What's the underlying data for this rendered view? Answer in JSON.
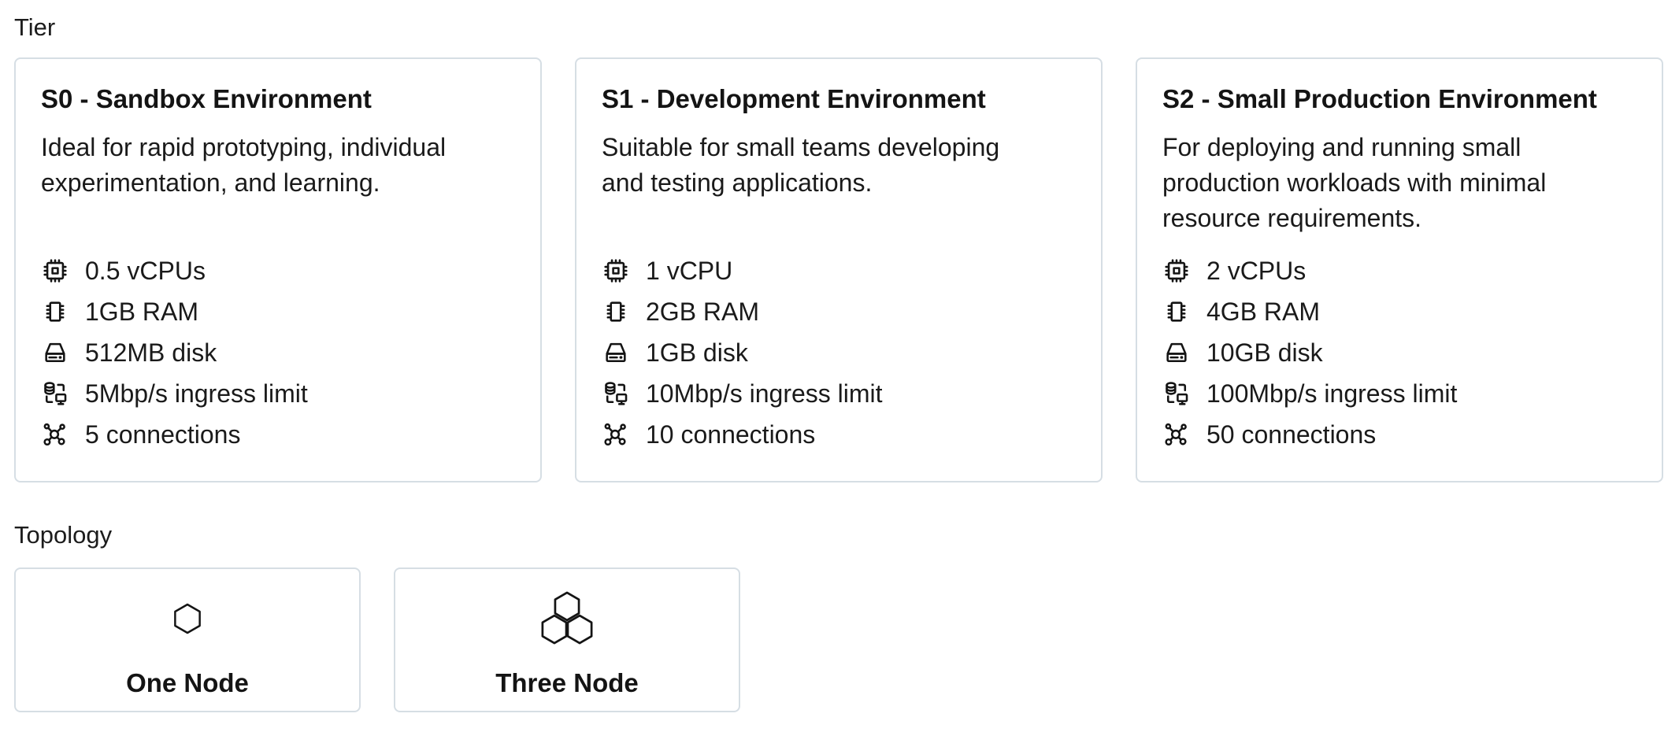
{
  "page": {
    "background": "#ffffff",
    "text_color": "#191919",
    "card_border_color": "#d6dee4",
    "icon_color": "#141414"
  },
  "tier_section": {
    "label": "Tier",
    "cards": [
      {
        "id": "S0",
        "title": "S0 - Sandbox Environment",
        "description": "Ideal for rapid prototyping, individual\nexperimentation, and learning.",
        "specs": [
          {
            "icon": "cpu-icon",
            "text": "0.5 vCPUs"
          },
          {
            "icon": "ram-icon",
            "text": "1GB RAM"
          },
          {
            "icon": "disk-icon",
            "text": "512MB disk"
          },
          {
            "icon": "ingress-icon",
            "text": "5Mbp/s ingress limit"
          },
          {
            "icon": "connections-icon",
            "text": "5 connections"
          }
        ]
      },
      {
        "id": "S1",
        "title": "S1 - Development Environment",
        "description": "Suitable for small teams developing\nand testing applications.",
        "specs": [
          {
            "icon": "cpu-icon",
            "text": "1 vCPU"
          },
          {
            "icon": "ram-icon",
            "text": "2GB RAM"
          },
          {
            "icon": "disk-icon",
            "text": "1GB disk"
          },
          {
            "icon": "ingress-icon",
            "text": "10Mbp/s ingress limit"
          },
          {
            "icon": "connections-icon",
            "text": "10 connections"
          }
        ]
      },
      {
        "id": "S2",
        "title": "S2 - Small Production Environment",
        "description": "For deploying and running small\nproduction workloads with minimal\nresource requirements.",
        "specs": [
          {
            "icon": "cpu-icon",
            "text": "2 vCPUs"
          },
          {
            "icon": "ram-icon",
            "text": "4GB RAM"
          },
          {
            "icon": "disk-icon",
            "text": "10GB disk"
          },
          {
            "icon": "ingress-icon",
            "text": "100Mbp/s ingress limit"
          },
          {
            "icon": "connections-icon",
            "text": "50 connections"
          }
        ]
      }
    ]
  },
  "topology_section": {
    "label": "Topology",
    "options": [
      {
        "icon": "one-node-icon",
        "label": "One Node"
      },
      {
        "icon": "three-node-icon",
        "label": "Three Node"
      }
    ]
  }
}
